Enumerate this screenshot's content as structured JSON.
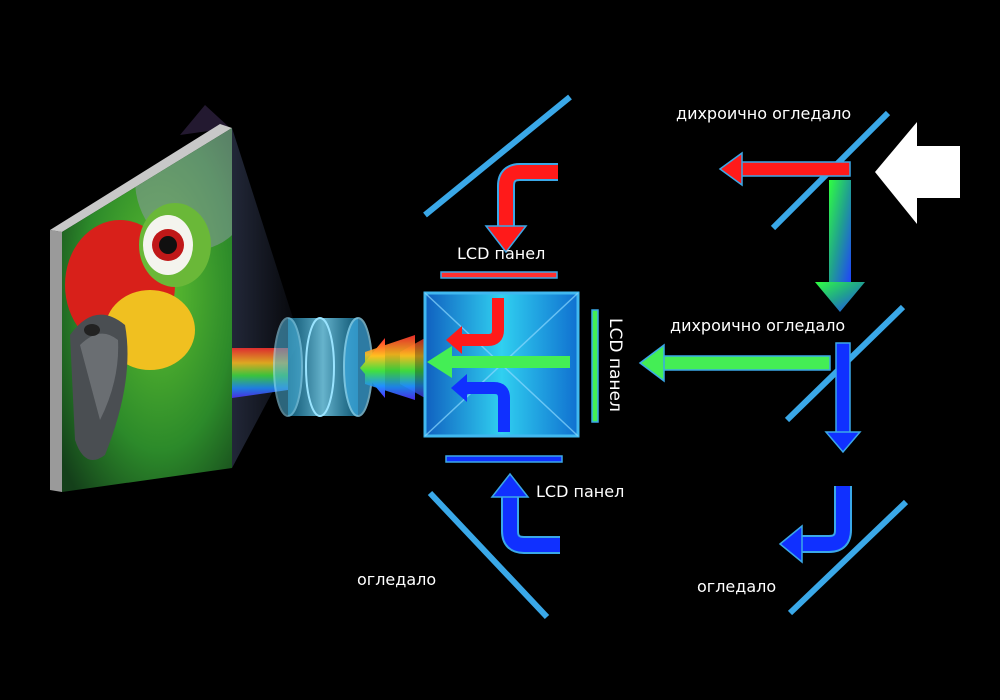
{
  "labels": {
    "dichroic_top": "дихроично огледало",
    "dichroic_mid": "дихроично огледало",
    "lcd_top": "LCD панел",
    "lcd_right": "LCD панел",
    "lcd_bottom": "LCD панел",
    "mirror_left": "огледало",
    "mirror_right": "огледало"
  },
  "colors": {
    "background": "#000000",
    "mirror": "#3aa8e8",
    "red_light": "#ff1a1a",
    "green_light": "#44ee55",
    "blue_light": "#1030ff",
    "white_light": "#ffffff",
    "prism": "#28a8e0"
  },
  "icons": {
    "screen": "projected-parrot-image",
    "lens": "projection-lens"
  }
}
